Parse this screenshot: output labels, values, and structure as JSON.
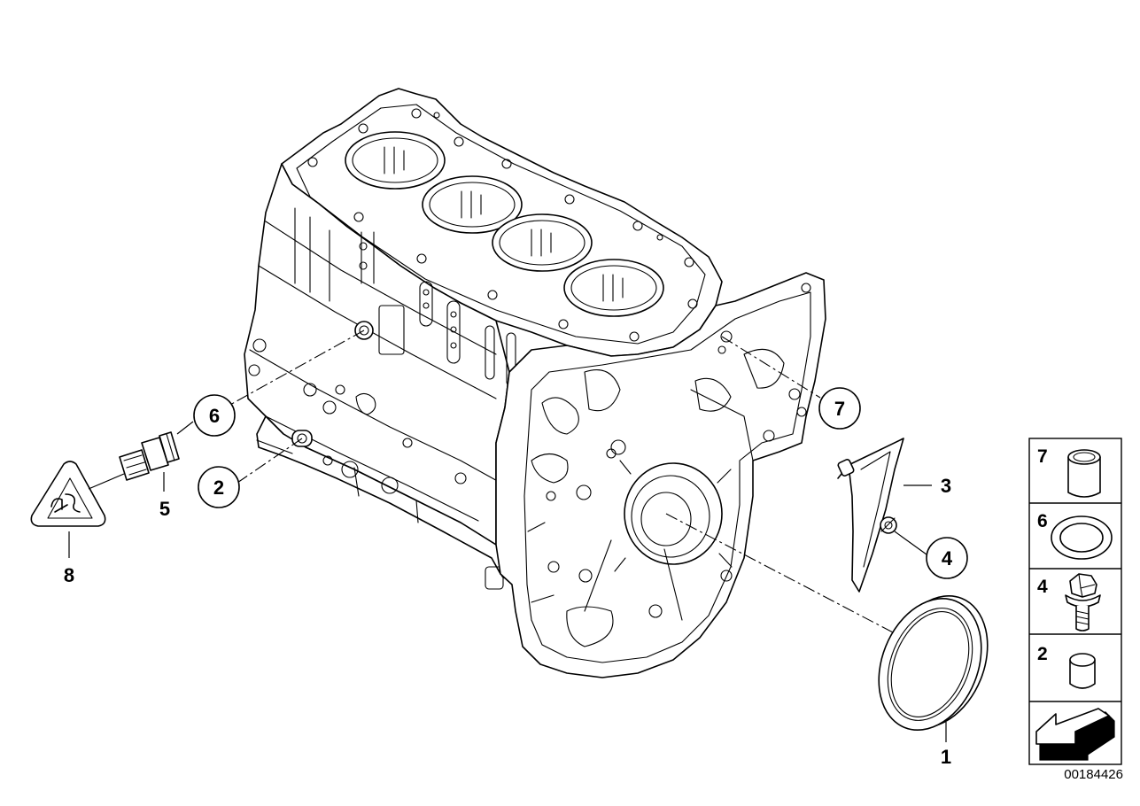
{
  "callouts": {
    "c1": "1",
    "c2": "2",
    "c3": "3",
    "c4": "4",
    "c5": "5",
    "c6": "6",
    "c7": "7",
    "c8": "8"
  },
  "key_panel": {
    "items": [
      {
        "number": "7",
        "part": "sleeve"
      },
      {
        "number": "6",
        "part": "sealing-ring"
      },
      {
        "number": "4",
        "part": "hex-bolt"
      },
      {
        "number": "2",
        "part": "dowel"
      }
    ]
  },
  "document_number": "00184426",
  "colors": {
    "line": "#000000",
    "background": "#ffffff"
  }
}
